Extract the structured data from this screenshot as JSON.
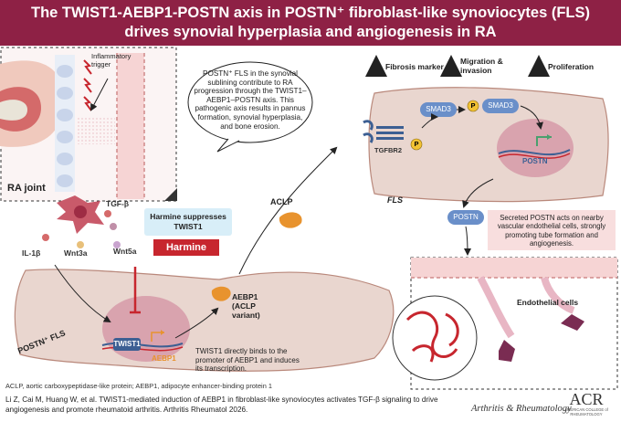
{
  "title": {
    "line1": "The TWIST1-AEBP1-POSTN axis in POSTN⁺ fibroblast-like synoviocytes (FLS)",
    "line2": "drives synovial hyperplasia and angiogenesis in RA"
  },
  "labels": {
    "inflammatory_trigger": "Inflammatory trigger",
    "ra_joint": "RA joint",
    "tgfb": "TGF-β",
    "il1b": "IL-1β",
    "wnt3a": "Wnt3a",
    "wnt5a": "Wnt5a",
    "harmine_callout": "Harmine suppresses TWIST1",
    "harmine_box": "Harmine",
    "postn_fls": "POSTN⁺ FLS",
    "twist1": "TWIST1",
    "aebp1_gene": "AEBP1",
    "aebp1_protein": "AEBP1 (ACLP variant)",
    "aclp": "ACLP",
    "tgfbr2": "TGFBR2",
    "smad3_a": "SMAD3",
    "smad3_b": "SMAD3",
    "p1": "P",
    "p2": "P",
    "postn_gene": "POSTN",
    "postn_secreted": "POSTN",
    "fls": "FLS",
    "endothelial": "Endothelial cells",
    "fibrosis_marker": "Fibrosis marker",
    "migration_invasion": "Migration & invasion",
    "proliferation": "Proliferation"
  },
  "texts": {
    "bubble": "POSTN⁺ FLS in the synovial sublining contribute to RA progression through the TWIST1–AEBP1–POSTN axis. This pathogenic axis results in pannus formation, synovial hyperplasia, and bone erosion.",
    "twist_binding": "TWIST1 directly binds to the promoter of AEBP1 and induces its transcription.",
    "secreted_postn": "Secreted POSTN acts on nearby vascular endothelial cells, strongly promoting tube formation and angiogenesis."
  },
  "footer": {
    "abbrev": "ACLP, aortic carboxypeptidase-like protein; AEBP1, adipocyte enhancer-binding protein 1",
    "citation": "Li Z, Cai M, Huang W, et al. TWIST1-mediated induction of AEBP1 in fibroblast-like synoviocytes activates TGF-β signaling to drive angiogenesis and promote rheumatoid arthritis. Arthritis Rheumatol 2026.",
    "journal": "Arthritis & Rheumatology",
    "logo": "ACR",
    "logo_sub": "AMERICAN COLLEGE of RHEUMATOLOGY"
  },
  "colors": {
    "title_bg": "#8e2145",
    "cell_fill": "#e9d6cf",
    "nucleus_fill": "#d9a3ae",
    "smad_blue": "#6a8fc9",
    "twist_blue": "#3c5f93",
    "aclp_orange": "#e8932e",
    "harmine_red": "#c7262e",
    "callout_bg": "#d8eef8",
    "pink_box": "#f8dede",
    "arrow_red": "#b52a2a",
    "phospho_yellow": "#f2c233"
  }
}
